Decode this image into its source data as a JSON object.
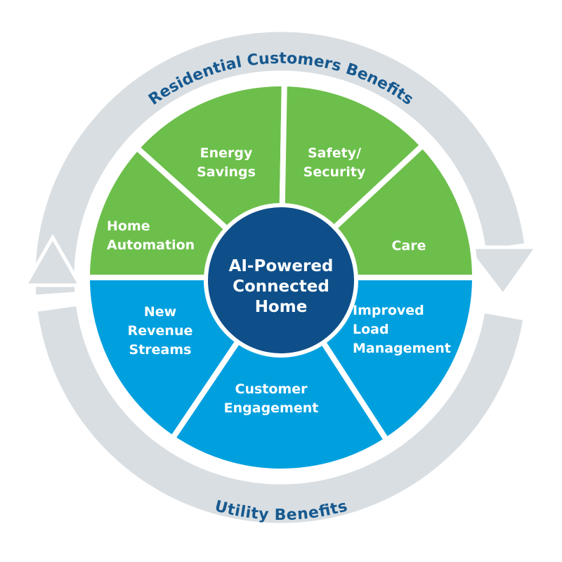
{
  "colors": {
    "green": "#6cbf4b",
    "blue": "#00a0df",
    "center": "#0e4f8a",
    "ring": "#d8dee2",
    "ring_text": "#17598f"
  },
  "ring": {
    "top_label": "Residential Customers Benefits",
    "bottom_label": "Utility Benefits"
  },
  "center": {
    "lines": [
      "AI-Powered",
      "Connected",
      "Home"
    ]
  },
  "customer_segments": [
    {
      "lines": [
        "Home",
        "Automation"
      ]
    },
    {
      "lines": [
        "Energy",
        "Savings"
      ]
    },
    {
      "lines": [
        "Safety/",
        "Security"
      ]
    },
    {
      "lines": [
        "Care"
      ]
    }
  ],
  "utility_segments": [
    {
      "lines": [
        "New",
        "Revenue",
        "Streams"
      ]
    },
    {
      "lines": [
        "Customer",
        "Engagement"
      ]
    },
    {
      "lines": [
        "Improved",
        "Load",
        "Management"
      ]
    }
  ]
}
